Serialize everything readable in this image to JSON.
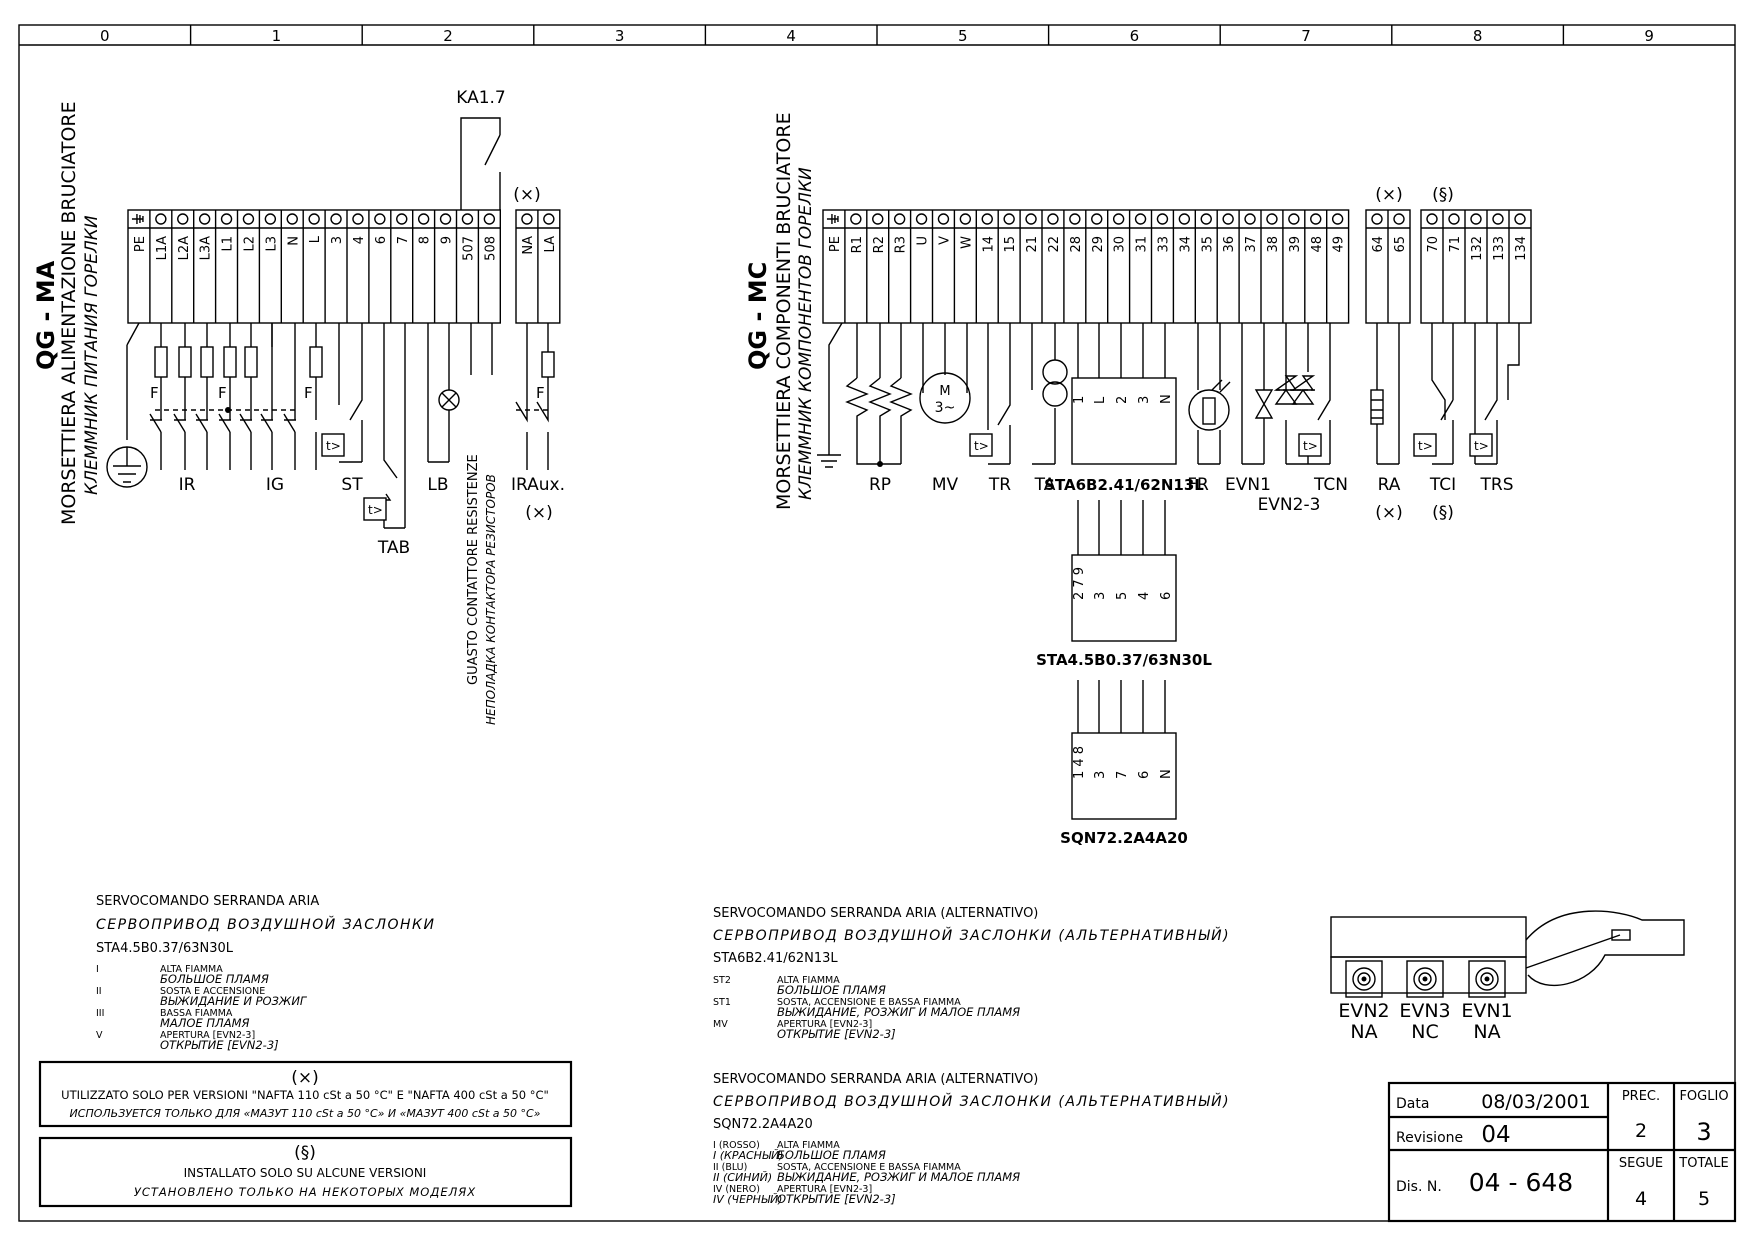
{
  "grid_columns": [
    "0",
    "1",
    "2",
    "3",
    "4",
    "5",
    "6",
    "7",
    "8",
    "9"
  ],
  "left_block": {
    "code": "QG - MA",
    "title_it": "MORSETTIERA ALIMENTAZIONE BRUCIATORE",
    "title_ru": "КЛЕММНИК ПИТАНИЯ ГОРЕЛКИ",
    "terminals_main": [
      "PE",
      "L1A",
      "L2A",
      "L3A",
      "L1",
      "L2",
      "L3",
      "N",
      "L",
      "3",
      "4",
      "6",
      "7",
      "8",
      "9",
      "507",
      "508"
    ],
    "terminals_aux": [
      "NA",
      "LA"
    ],
    "relay_label": "KA1.7",
    "aux_mark_top": "(×)",
    "aux_mark_bottom": "(×)",
    "fuse_mark": "F",
    "timer_mark": "t>",
    "devices": {
      "ir": "IR",
      "ig": "IG",
      "st": "ST",
      "tab": "TAB",
      "lb": "LB",
      "iraux": "IRAux."
    },
    "fault_it": "GUASTO CONTATTORE RESISTENZE",
    "fault_ru": "НЕПОЛАДКА КОНТАКТОРА РЕЗИСТОРОВ"
  },
  "right_block": {
    "code": "QG - MC",
    "title_it": "MORSETTIERA COMPONENTI BRUCIATORE",
    "title_ru": "КЛЕММНИК КОМПОНЕНТОВ ГОРЕЛКИ",
    "terminals_main": [
      "PE",
      "R1",
      "R2",
      "R3",
      "U",
      "V",
      "W",
      "14",
      "15",
      "21",
      "22",
      "28",
      "29",
      "30",
      "31",
      "33",
      "34",
      "35",
      "36",
      "37",
      "38",
      "39",
      "48",
      "49"
    ],
    "terminals_ra": [
      "64",
      "65"
    ],
    "terminals_tci": [
      "70",
      "71",
      "132",
      "133",
      "134"
    ],
    "ra_mark_top": "(×)",
    "ra_mark_bottom": "(×)",
    "tci_mark_top": "(§)",
    "tci_mark_bottom": "(§)",
    "motor_label": "M",
    "motor_sub": "3~",
    "devices": {
      "rp": "RP",
      "mv": "MV",
      "tr": "TR",
      "ta": "TA",
      "sta": "STA6B2.41/62N13L",
      "fr": "FR",
      "evn1": "EVN1",
      "evn23": "EVN2-3",
      "tcn": "TCN",
      "ra": "RA",
      "tci": "TCI",
      "trs": "TRS"
    },
    "sta6_pins": [
      "1",
      "L",
      "2",
      "3",
      "N"
    ],
    "sta4_pins": [
      "2 7 9",
      "3",
      "5",
      "4",
      "6"
    ],
    "sta4_label": "STA4.5B0.37/63N30L",
    "sqn_pins": [
      "1 4 8",
      "3",
      "7",
      "6",
      "N"
    ],
    "sqn_label": "SQN72.2A4A20"
  },
  "legend_left": {
    "heading_it": "SERVOCOMANDO SERRANDA ARIA",
    "heading_ru": "СЕРВОПРИВОД ВОЗДУШНОЙ ЗАСЛОНКИ",
    "model": "STA4.5B0.37/63N30L",
    "items": [
      {
        "key": "I",
        "it": "ALTA FIAMMA",
        "ru": "БОЛЬШОЕ ПЛАМЯ"
      },
      {
        "key": "II",
        "it": "SOSTA E ACCENSIONE",
        "ru": "ВЫЖИДАНИЕ И РОЗЖИГ"
      },
      {
        "key": "III",
        "it": "BASSA FIAMMA",
        "ru": "МАЛОЕ ПЛАМЯ"
      },
      {
        "key": "V",
        "it": "APERTURA [EVN2-3]",
        "ru": "ОТКРЫТИЕ [EVN2-3]"
      }
    ]
  },
  "legend_mid1": {
    "heading_it": "SERVOCOMANDO SERRANDA ARIA (ALTERNATIVO)",
    "heading_ru": "СЕРВОПРИВОД ВОЗДУШНОЙ ЗАСЛОНКИ (АЛЬТЕРНАТИВНЫЙ)",
    "model": "STA6B2.41/62N13L",
    "items": [
      {
        "key": "ST2",
        "it": "ALTA FIAMMA",
        "ru": "БОЛЬШОЕ ПЛАМЯ"
      },
      {
        "key": "ST1",
        "it": "SOSTA, ACCENSIONE E BASSA FIAMMA",
        "ru": "ВЫЖИДАНИЕ, РОЗЖИГ И МАЛОЕ ПЛАМЯ"
      },
      {
        "key": "MV",
        "it": "APERTURA [EVN2-3]",
        "ru": "ОТКРЫТИЕ [EVN2-3]"
      }
    ]
  },
  "legend_mid2": {
    "heading_it": "SERVOCOMANDO SERRANDA ARIA (ALTERNATIVO)",
    "heading_ru": "СЕРВОПРИВОД ВОЗДУШНОЙ ЗАСЛОНКИ (АЛЬТЕРНАТИВНЫЙ)",
    "model": "SQN72.2A4A20",
    "items": [
      {
        "key": "I (ROSSO)",
        "key_ru": "I (КРАСНЫЙ)",
        "it": "ALTA FIAMMA",
        "ru": "БОЛЬШОЕ ПЛАМЯ"
      },
      {
        "key": "II (BLU)",
        "key_ru": "II (СИНИЙ)",
        "it": "SOSTA, ACCENSIONE E BASSA FIAMMA",
        "ru": "ВЫЖИДАНИЕ, РОЗЖИГ И МАЛОЕ ПЛАМЯ"
      },
      {
        "key": "IV (NERO)",
        "key_ru": "IV (ЧЕРНЫЙ)",
        "it": "APERTURA [EVN2-3]",
        "ru": "ОТКРЫТИЕ [EVN2-3]"
      }
    ]
  },
  "note_x": {
    "mark": "(×)",
    "it": "UTILIZZATO SOLO PER VERSIONI \"NAFTA 110 cSt a 50 °C\" E \"NAFTA 400 cSt a 50 °C\"",
    "ru": "ИСПОЛЬЗУЕТСЯ ТОЛЬКО ДЛЯ «МАЗУТ 110 cSt a 50 °C» И «МАЗУТ 400 cSt a 50 °C»"
  },
  "note_s": {
    "mark": "(§)",
    "it": "INSTALLATO SOLO SU ALCUNE VERSIONI",
    "ru": "УСТАНОВЛЕНО ТОЛЬКО НА НЕКОТОРЫХ МОДЕЛЯХ"
  },
  "valves": [
    {
      "name": "EVN2",
      "state": "NA"
    },
    {
      "name": "EVN3",
      "state": "NC"
    },
    {
      "name": "EVN1",
      "state": "NA"
    }
  ],
  "title_block": {
    "data_label": "Data",
    "data_value": "08/03/2001",
    "rev_label": "Revisione",
    "rev_value": "04",
    "dis_label": "Dis. N.",
    "dis_value": "04 - 648",
    "prec_label": "PREC.",
    "prec_value": "2",
    "foglio_label": "FOGLIO",
    "foglio_value": "3",
    "segue_label": "SEGUE",
    "segue_value": "4",
    "totale_label": "TOTALE",
    "totale_value": "5"
  }
}
